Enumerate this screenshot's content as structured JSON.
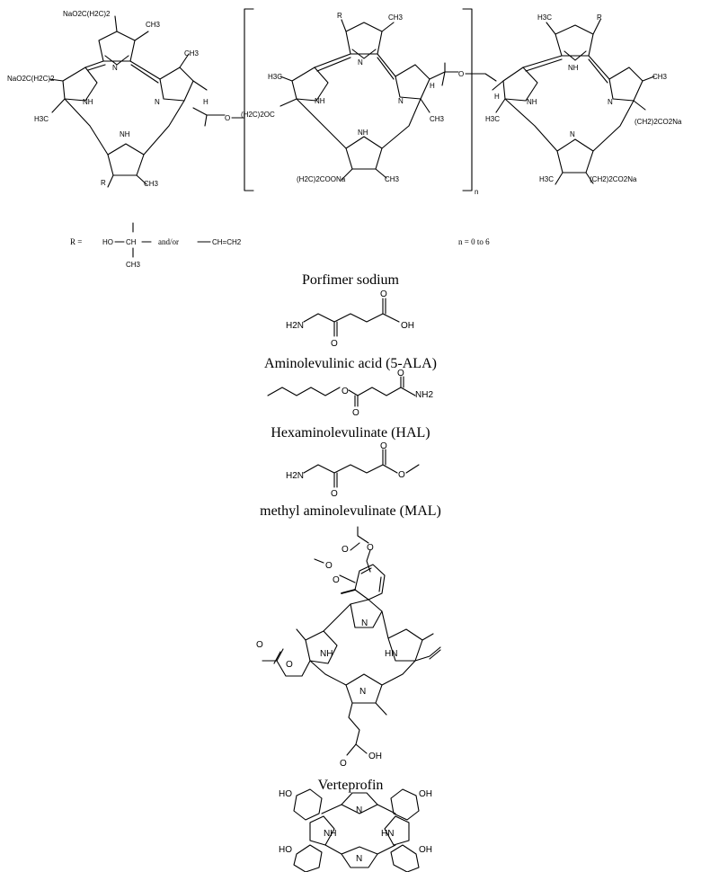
{
  "figure": {
    "porfimer": {
      "caption": "Porfimer sodium",
      "labels": {
        "nao2c_top": "NaO2C(H2C)2",
        "nao2c_left": "NaO2C(H2C)2",
        "ch3": "CH3",
        "h3c": "H3C",
        "nh": "NH",
        "n": "N",
        "h": "H",
        "o": "O",
        "r": "R",
        "h2c_2oc": "(H2C)2OC",
        "h2c_2coona": "(H2C)2COONa",
        "ch2_2co2na": "(CH2)2CO2Na",
        "subscript_n": "n"
      },
      "r_definition": {
        "r_eq": "R =",
        "ho": "HO",
        "ch": "CH",
        "ch3": "CH3",
        "andor": "and/or",
        "vinyl": "CH=CH2",
        "n_range": "n = 0 to 6"
      }
    },
    "ala": {
      "caption": "Aminolevulinic acid (5-ALA)",
      "labels": {
        "h2n": "H2N",
        "o_top": "O",
        "oh": "OH",
        "o_bottom": "O"
      }
    },
    "hal": {
      "caption": "Hexaminolevulinate (HAL)",
      "labels": {
        "o_ester": "O",
        "o_carbonyl": "O",
        "o_ketone": "O",
        "nh2": "NH2"
      }
    },
    "mal": {
      "caption": "methyl aminolevulinate (MAL)",
      "labels": {
        "h2n": "H2N",
        "o_top": "O",
        "o_ester": "O",
        "o_bottom": "O"
      }
    },
    "verteporfin": {
      "caption": "Verteprofin",
      "labels": {
        "n": "N",
        "nh": "NH",
        "hn": "HN",
        "o": "O",
        "oh": "OH"
      }
    },
    "temoporfin": {
      "labels": {
        "ho": "HO",
        "oh": "OH",
        "n": "N",
        "nh": "NH",
        "hn": "HN"
      }
    }
  }
}
